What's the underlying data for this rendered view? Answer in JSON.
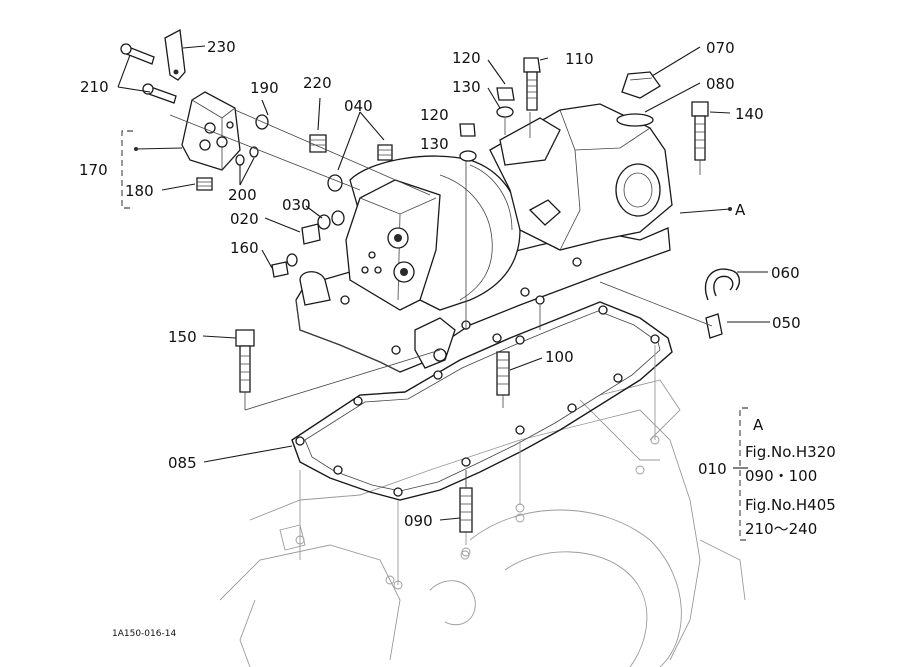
{
  "labels": {
    "p230": "230",
    "p210": "210",
    "p190": "190",
    "p220": "220",
    "p040": "040",
    "p120a": "120",
    "p130a": "130",
    "p120b": "120",
    "p130b": "130",
    "p110": "110",
    "p070": "070",
    "p080": "080",
    "p140": "140",
    "p170": "170",
    "p180": "180",
    "p200": "200",
    "p030": "030",
    "p020": "020",
    "p160": "160",
    "pA": "A",
    "p060": "060",
    "p050": "050",
    "p150": "150",
    "p100": "100",
    "p085": "085",
    "p090": "090",
    "p010": "010"
  },
  "note": {
    "line1": "A",
    "line2": "Fig.No.H320",
    "line3": "090・100",
    "line4": "Fig.No.H405",
    "line5": "210～240"
  },
  "footer_code": "1A150-016-14"
}
